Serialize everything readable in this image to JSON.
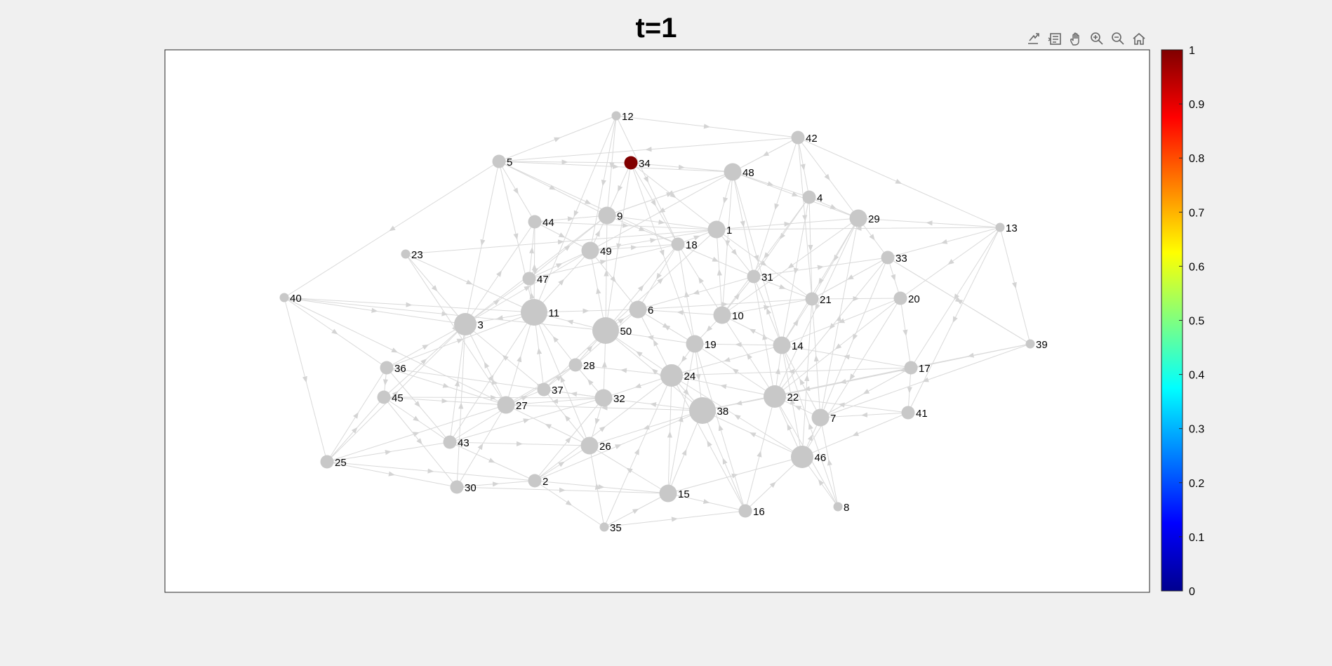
{
  "title": "t=1",
  "toolbar": [
    {
      "name": "export-icon"
    },
    {
      "name": "data-tips-icon"
    },
    {
      "name": "pan-hand-icon"
    },
    {
      "name": "zoom-in-icon"
    },
    {
      "name": "zoom-out-icon"
    },
    {
      "name": "home-icon"
    }
  ],
  "chart_data": {
    "type": "network-graph",
    "directed": true,
    "node_color_default": "#c8c8c8",
    "edge_color": "#d9d9d9",
    "highlight_color": "#800000",
    "nodes": [
      {
        "id": "1",
        "value": 0,
        "size": "medium"
      },
      {
        "id": "2",
        "value": 0,
        "size": "small"
      },
      {
        "id": "3",
        "value": 0,
        "size": "large"
      },
      {
        "id": "4",
        "value": 0,
        "size": "small"
      },
      {
        "id": "5",
        "value": 0,
        "size": "small"
      },
      {
        "id": "6",
        "value": 0,
        "size": "medium"
      },
      {
        "id": "7",
        "value": 0,
        "size": "medium"
      },
      {
        "id": "8",
        "value": 0,
        "size": "tiny"
      },
      {
        "id": "9",
        "value": 0,
        "size": "medium"
      },
      {
        "id": "10",
        "value": 0,
        "size": "medium"
      },
      {
        "id": "11",
        "value": 0,
        "size": "xlarge"
      },
      {
        "id": "12",
        "value": 0,
        "size": "tiny"
      },
      {
        "id": "13",
        "value": 0,
        "size": "tiny"
      },
      {
        "id": "14",
        "value": 0,
        "size": "medium"
      },
      {
        "id": "15",
        "value": 0,
        "size": "medium"
      },
      {
        "id": "16",
        "value": 0,
        "size": "small"
      },
      {
        "id": "17",
        "value": 0,
        "size": "small"
      },
      {
        "id": "18",
        "value": 0,
        "size": "small"
      },
      {
        "id": "19",
        "value": 0,
        "size": "medium"
      },
      {
        "id": "20",
        "value": 0,
        "size": "small"
      },
      {
        "id": "21",
        "value": 0,
        "size": "small"
      },
      {
        "id": "22",
        "value": 0,
        "size": "large"
      },
      {
        "id": "23",
        "value": 0,
        "size": "tiny"
      },
      {
        "id": "24",
        "value": 0,
        "size": "large"
      },
      {
        "id": "25",
        "value": 0,
        "size": "small"
      },
      {
        "id": "26",
        "value": 0,
        "size": "medium"
      },
      {
        "id": "27",
        "value": 0,
        "size": "medium"
      },
      {
        "id": "28",
        "value": 0,
        "size": "small"
      },
      {
        "id": "29",
        "value": 0,
        "size": "medium"
      },
      {
        "id": "30",
        "value": 0,
        "size": "small"
      },
      {
        "id": "31",
        "value": 0,
        "size": "small"
      },
      {
        "id": "32",
        "value": 0,
        "size": "medium"
      },
      {
        "id": "33",
        "value": 0,
        "size": "small"
      },
      {
        "id": "34",
        "value": 1,
        "size": "small"
      },
      {
        "id": "35",
        "value": 0,
        "size": "tiny"
      },
      {
        "id": "36",
        "value": 0,
        "size": "small"
      },
      {
        "id": "37",
        "value": 0,
        "size": "small"
      },
      {
        "id": "38",
        "value": 0,
        "size": "xlarge"
      },
      {
        "id": "39",
        "value": 0,
        "size": "tiny"
      },
      {
        "id": "40",
        "value": 0,
        "size": "tiny"
      },
      {
        "id": "41",
        "value": 0,
        "size": "small"
      },
      {
        "id": "42",
        "value": 0,
        "size": "small"
      },
      {
        "id": "43",
        "value": 0,
        "size": "small"
      },
      {
        "id": "44",
        "value": 0,
        "size": "small"
      },
      {
        "id": "45",
        "value": 0,
        "size": "small"
      },
      {
        "id": "46",
        "value": 0,
        "size": "large"
      },
      {
        "id": "47",
        "value": 0,
        "size": "small"
      },
      {
        "id": "48",
        "value": 0,
        "size": "medium"
      },
      {
        "id": "49",
        "value": 0,
        "size": "medium"
      },
      {
        "id": "50",
        "value": 0,
        "size": "xlarge"
      }
    ],
    "colorbar": {
      "colormap": "jet",
      "range": [
        0,
        1
      ],
      "ticks": [
        "0",
        "0.1",
        "0.2",
        "0.3",
        "0.4",
        "0.5",
        "0.6",
        "0.7",
        "0.8",
        "0.9",
        "1"
      ]
    }
  }
}
